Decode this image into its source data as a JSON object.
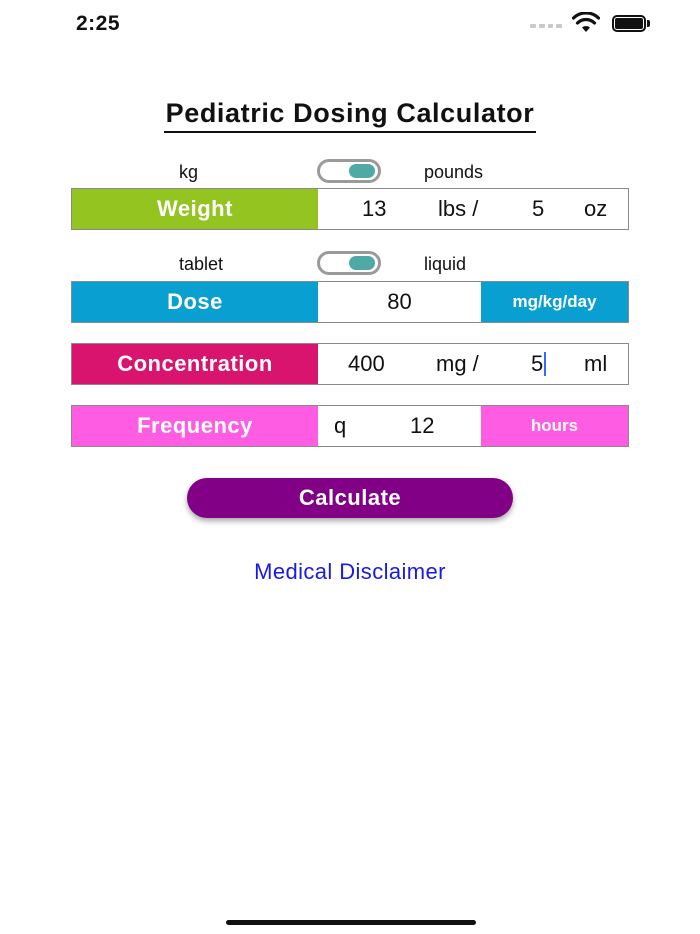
{
  "status_bar": {
    "time": "2:25"
  },
  "title": "Pediatric Dosing Calculator",
  "weight_toggle": {
    "left_label": "kg",
    "right_label": "pounds",
    "state": "right"
  },
  "weight": {
    "label": "Weight",
    "lbs_value": "13",
    "lbs_unit": "lbs /",
    "oz_value": "5",
    "oz_unit": "oz"
  },
  "form_toggle": {
    "left_label": "tablet",
    "right_label": "liquid",
    "state": "right"
  },
  "dose": {
    "label": "Dose",
    "value": "80",
    "unit": "mg/kg/day"
  },
  "concentration": {
    "label": "Concentration",
    "mg_value": "400",
    "mg_unit": "mg /",
    "ml_value": "5",
    "ml_unit": "ml"
  },
  "frequency": {
    "label": "Frequency",
    "prefix": "q",
    "value": "12",
    "unit": "hours"
  },
  "calculate_button": "Calculate",
  "disclaimer_link": "Medical Disclaimer",
  "colors": {
    "weight": "#93c420",
    "dose": "#0a9fd1",
    "concentration": "#d8146e",
    "frequency": "#ff5ce4",
    "button": "#820085",
    "link": "#1a1ae6",
    "toggle_knob": "#4fa9a5"
  }
}
